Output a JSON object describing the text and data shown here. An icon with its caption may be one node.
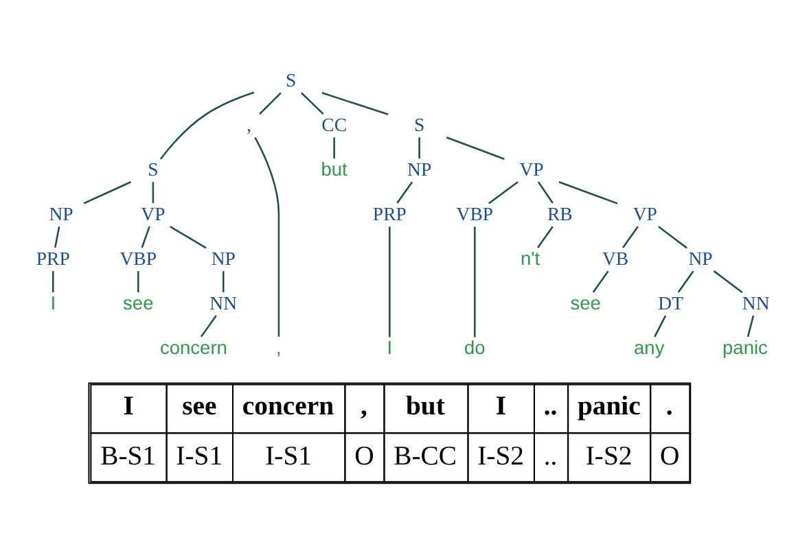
{
  "diagram": {
    "nodes": [
      {
        "text": [
          "S"
        ]
      },
      {
        "text": [
          "S"
        ]
      },
      {
        "text": [
          ","
        ]
      },
      {
        "text": [
          "CC"
        ]
      },
      {
        "text": [
          "S"
        ]
      },
      {
        "text": [
          "NP"
        ]
      },
      {
        "text": [
          "VP"
        ]
      },
      {
        "text": [
          ","
        ]
      },
      {
        "text": [
          "but"
        ]
      },
      {
        "text": [
          "NP"
        ]
      },
      {
        "text": [
          "VP"
        ]
      },
      {
        "text": [
          "PRP"
        ]
      },
      {
        "text": [
          "VBP"
        ]
      },
      {
        "text": [
          "NP"
        ]
      },
      {
        "text": [
          "PRP"
        ]
      },
      {
        "text": [
          "VBP"
        ]
      },
      {
        "text": [
          "RB"
        ]
      },
      {
        "text": [
          "VP"
        ]
      },
      {
        "text": [
          "I"
        ]
      },
      {
        "text": [
          "see"
        ]
      },
      {
        "text": [
          "NN"
        ]
      },
      {
        "text": [
          "I"
        ]
      },
      {
        "text": [
          "do"
        ]
      },
      {
        "text": [
          "n't"
        ]
      },
      {
        "text": [
          "VB"
        ]
      },
      {
        "text": [
          "NP"
        ]
      },
      {
        "text": [
          "concern"
        ]
      },
      {
        "text": [
          "see"
        ]
      },
      {
        "text": [
          "DT"
        ]
      },
      {
        "text": [
          "NN"
        ]
      },
      {
        "text": [
          "any"
        ]
      },
      {
        "text": [
          "panic"
        ]
      }
    ],
    "edges": [
      {
        "from": 0,
        "to": 1,
        "arrow": "none"
      },
      {
        "from": 0,
        "to": 2,
        "arrow": "none"
      },
      {
        "from": 0,
        "to": 3,
        "arrow": "none"
      },
      {
        "from": 0,
        "to": 4,
        "arrow": "none"
      },
      {
        "from": 1,
        "to": 5,
        "arrow": "none"
      },
      {
        "from": 1,
        "to": 6,
        "arrow": "none"
      },
      {
        "from": 2,
        "to": 7,
        "arrow": "none"
      },
      {
        "from": 3,
        "to": 8,
        "arrow": "none"
      },
      {
        "from": 4,
        "to": 9,
        "arrow": "none"
      },
      {
        "from": 4,
        "to": 10,
        "arrow": "none"
      },
      {
        "from": 5,
        "to": 11,
        "arrow": "none"
      },
      {
        "from": 6,
        "to": 12,
        "arrow": "none"
      },
      {
        "from": 6,
        "to": 13,
        "arrow": "none"
      },
      {
        "from": 9,
        "to": 14,
        "arrow": "none"
      },
      {
        "from": 10,
        "to": 15,
        "arrow": "none"
      },
      {
        "from": 10,
        "to": 16,
        "arrow": "none"
      },
      {
        "from": 10,
        "to": 17,
        "arrow": "none"
      },
      {
        "from": 11,
        "to": 18,
        "arrow": "none"
      },
      {
        "from": 12,
        "to": 19,
        "arrow": "none"
      },
      {
        "from": 13,
        "to": 20,
        "arrow": "none"
      },
      {
        "from": 14,
        "to": 21,
        "arrow": "none"
      },
      {
        "from": 15,
        "to": 22,
        "arrow": "none"
      },
      {
        "from": 16,
        "to": 23,
        "arrow": "none"
      },
      {
        "from": 17,
        "to": 24,
        "arrow": "none"
      },
      {
        "from": 17,
        "to": 25,
        "arrow": "none"
      },
      {
        "from": 20,
        "to": 26,
        "arrow": "none"
      },
      {
        "from": 24,
        "to": 27,
        "arrow": "none"
      },
      {
        "from": 25,
        "to": 28,
        "arrow": "none"
      },
      {
        "from": 25,
        "to": 29,
        "arrow": "none"
      },
      {
        "from": 28,
        "to": 30,
        "arrow": "none"
      },
      {
        "from": 29,
        "to": 31,
        "arrow": "none"
      }
    ],
    "labels": [
      "I",
      "see",
      "concern",
      ",",
      "but",
      "I",
      "..",
      "panic",
      ".",
      "B-S1",
      "I-S1",
      "I-S1",
      "O",
      "B-CC",
      "I-S2",
      "..",
      "I-S2",
      "O"
    ]
  }
}
